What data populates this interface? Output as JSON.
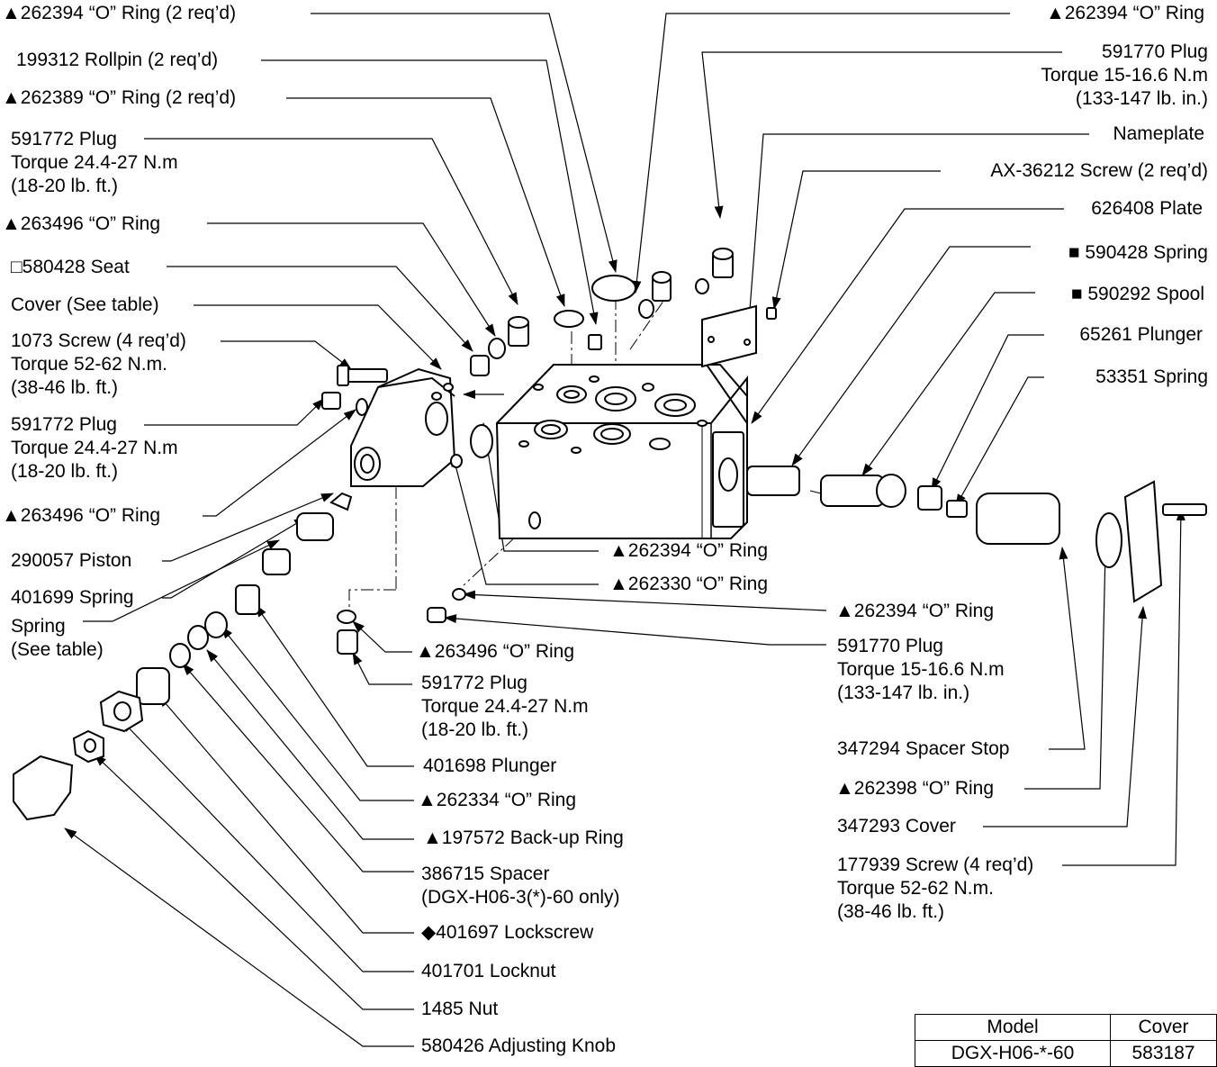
{
  "labels": {
    "l1": "▲262394 “O” Ring (2 req’d)",
    "l2": "199312 Rollpin (2 req’d)",
    "l3": "▲262389 “O” Ring (2 req’d)",
    "l4a": "591772 Plug",
    "l4b": "Torque 24.4-27 N.m",
    "l4c": "(18-20 lb. ft.)",
    "l5": "▲263496 “O” Ring",
    "l6": "□580428 Seat",
    "l7": "Cover (See table)",
    "l8a": "1073 Screw (4 req’d)",
    "l8b": "Torque 52-62 N.m.",
    "l8c": "(38-46 lb. ft.)",
    "l9a": "591772 Plug",
    "l9b": "Torque 24.4-27 N.m",
    "l9c": "(18-20 lb. ft.)",
    "l10": "▲263496 “O” Ring",
    "l11": "290057 Piston",
    "l12": "401699 Spring",
    "l13a": "Spring",
    "l13b": "(See table)",
    "r1": "▲262394 “O” Ring",
    "r2a": "591770 Plug",
    "r2b": "Torque 15-16.6 N.m",
    "r2c": "(133-147 lb. in.)",
    "r3": "Nameplate",
    "r4": "AX-36212 Screw (2 req’d)",
    "r5": "626408 Plate",
    "r6": "■ 590428 Spring",
    "r7": "■ 590292 Spool",
    "r8": "65261 Plunger",
    "r9": "53351 Spring",
    "m1": "▲262394 “O” Ring",
    "m2": "▲262330 “O” Ring",
    "m3": "▲262394 “O” Ring",
    "m4a": "591770 Plug",
    "m4b": "Torque 15-16.6 N.m",
    "m4c": "(133-147 lb. in.)",
    "m5": "▲263496 “O” Ring",
    "m6a": "591772 Plug",
    "m6b": "Torque 24.4-27 N.m",
    "m6c": "(18-20 lb. ft.)",
    "b1": "401698 Plunger",
    "b2": "▲262334 “O” Ring",
    "b3": "▲197572 Back-up Ring",
    "b4a": "386715 Spacer",
    "b4b": "(DGX-H06-3(*)-60 only)",
    "b5": "◆401697 Lockscrew",
    "b6": "401701 Locknut",
    "b7": "1485 Nut",
    "b8": "580426 Adjusting Knob",
    "s1": "347294 Spacer Stop",
    "s2": "▲262398 “O” Ring",
    "s3": "347293 Cover",
    "s4a": "177939 Screw (4 req’d)",
    "s4b": "Torque 52-62 N.m.",
    "s4c": "(38-46 lb. ft.)"
  },
  "table": {
    "headers": [
      "Model",
      "Cover"
    ],
    "rows": [
      [
        "DGX-H06-*-60",
        "583187"
      ]
    ]
  }
}
